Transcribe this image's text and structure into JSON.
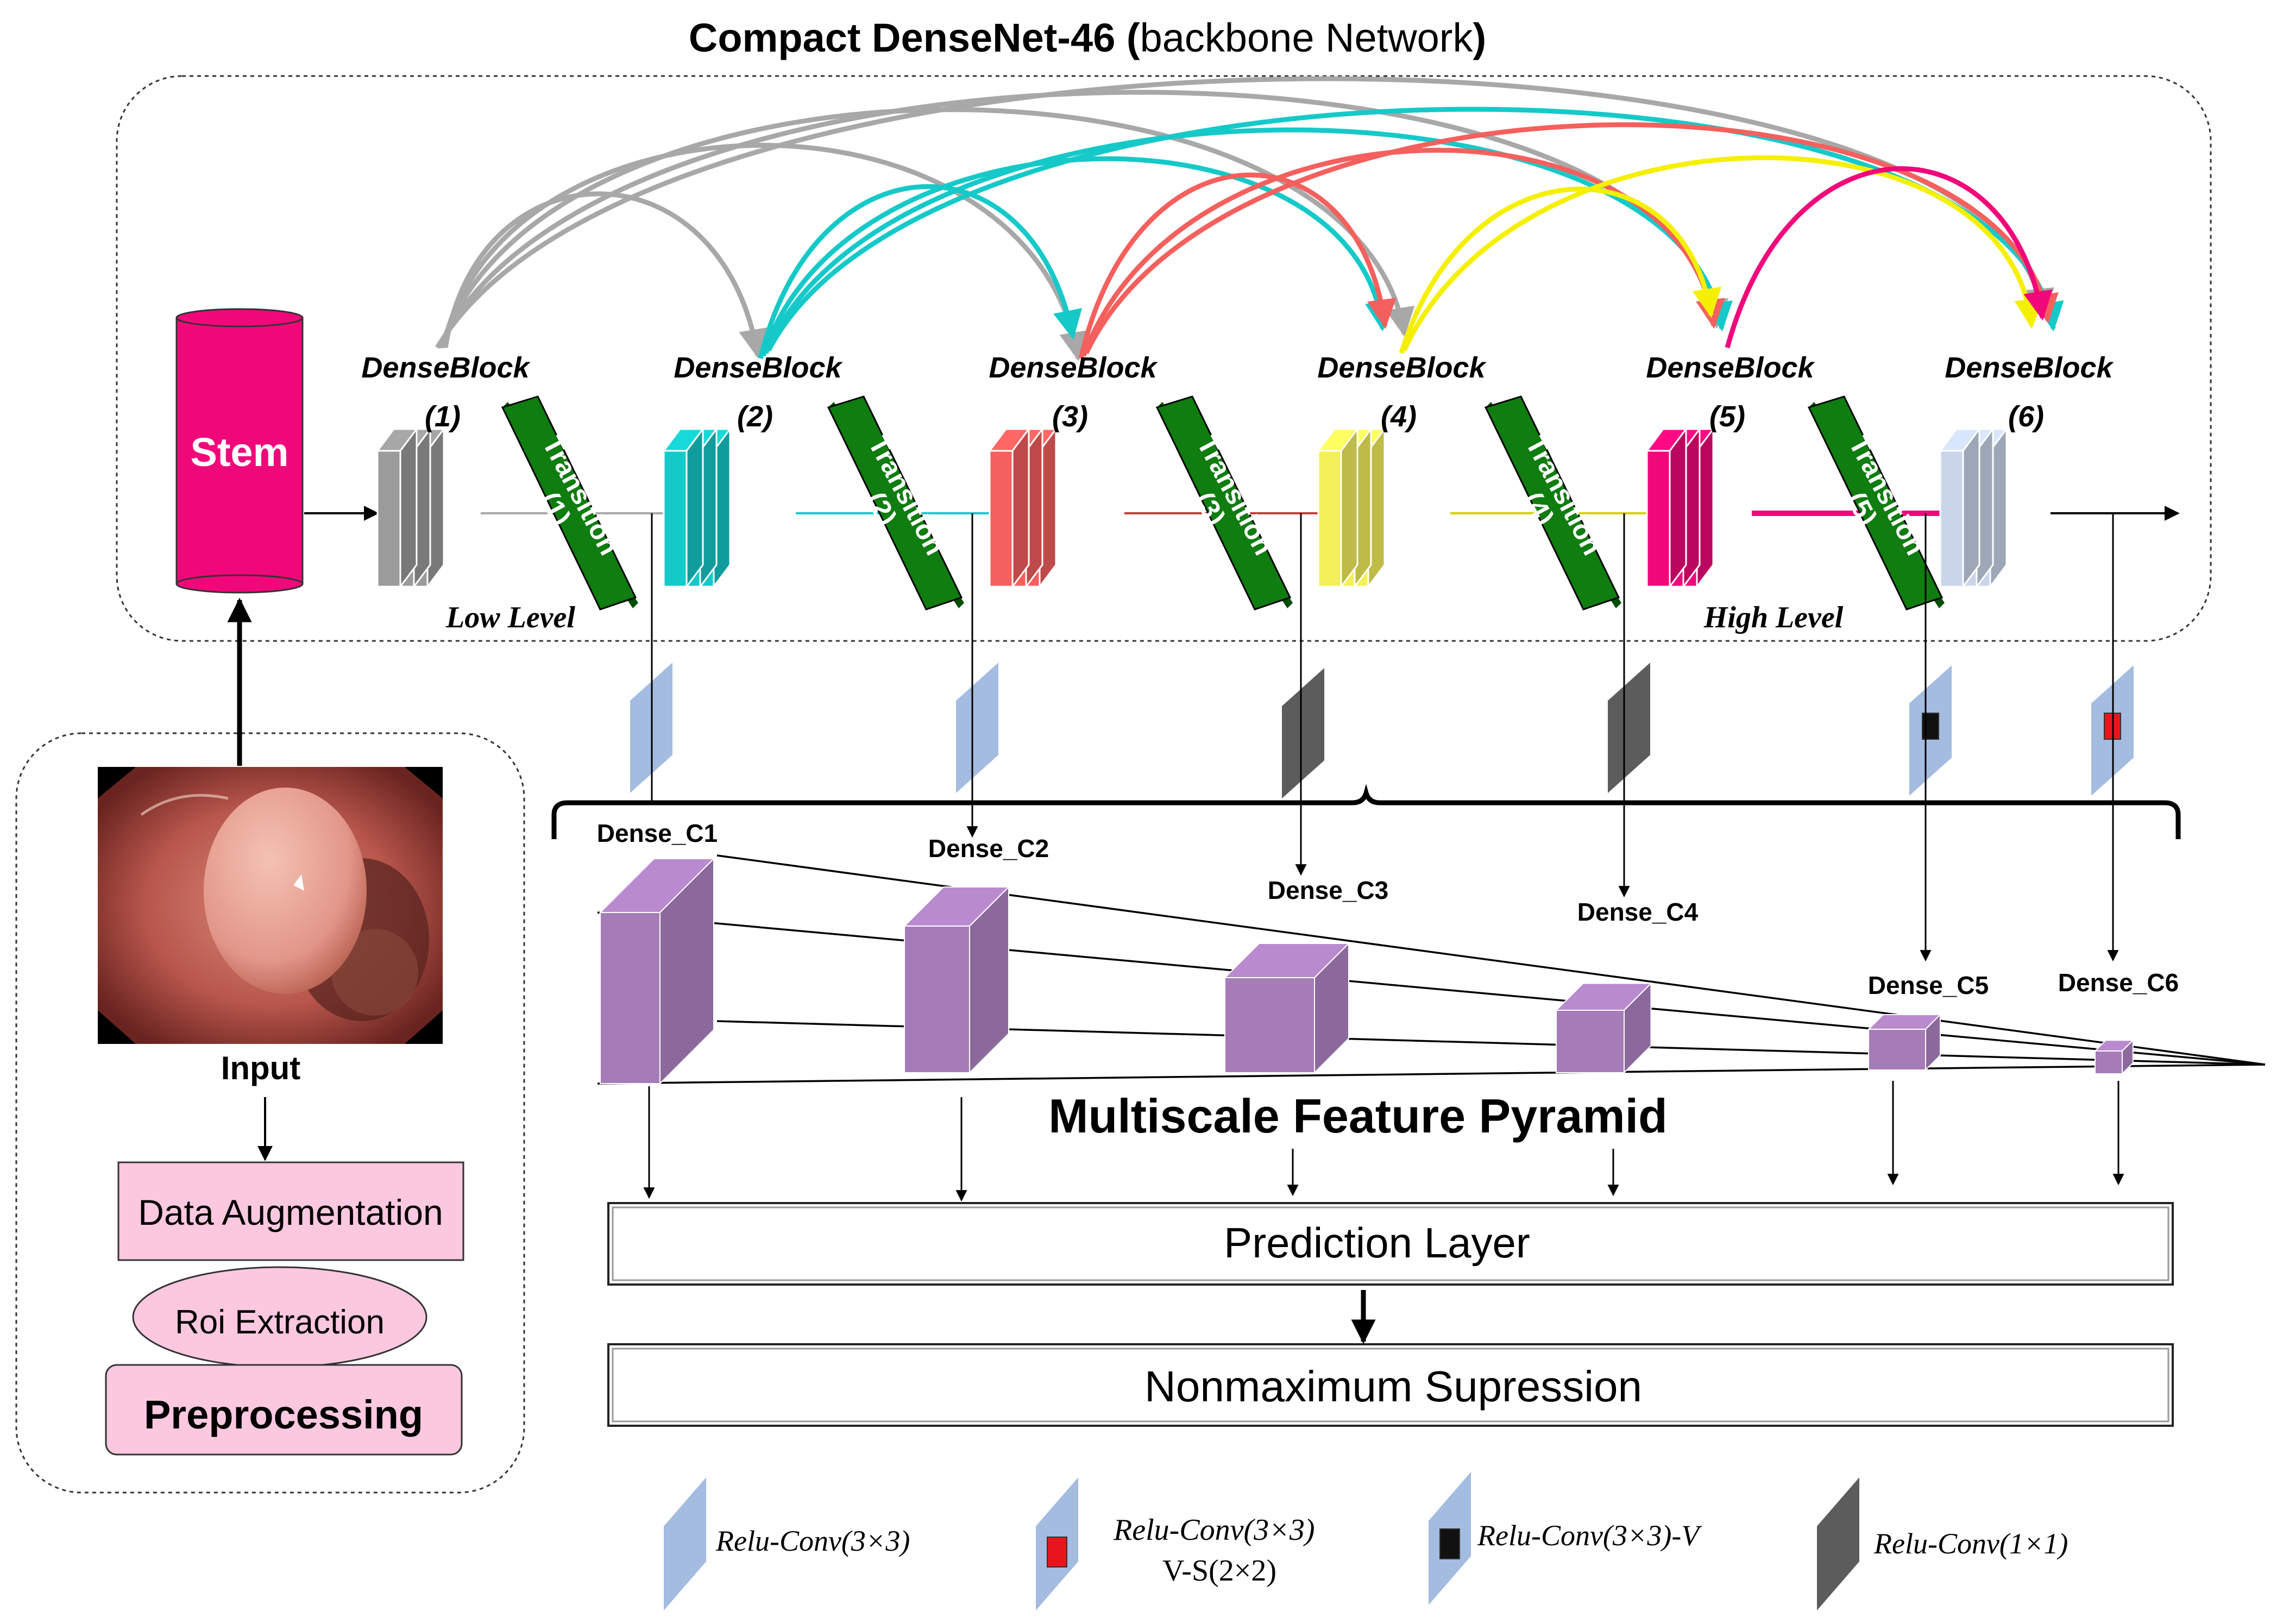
{
  "title": {
    "bold": "Compact DenseNet-46 (",
    "normal": "backbone Network",
    "close": ")"
  },
  "stem": {
    "label": "Stem"
  },
  "blocks": [
    {
      "label": "DenseBlock",
      "num": "(1)",
      "color": "#9b9b9b"
    },
    {
      "label": "DenseBlock",
      "num": "(2)",
      "color": "#16c9c9"
    },
    {
      "label": "DenseBlock",
      "num": "(3)",
      "color": "#f4605d"
    },
    {
      "label": "DenseBlock",
      "num": "(4)",
      "color": "#f4f05a"
    },
    {
      "label": "DenseBlock",
      "num": "(5)",
      "color": "#f0087a"
    },
    {
      "label": "DenseBlock",
      "num": "(6)",
      "color": "#c9d6ea"
    }
  ],
  "transitions": [
    {
      "label": "Transition",
      "num": "(1)"
    },
    {
      "label": "Transition",
      "num": "(2)"
    },
    {
      "label": "Transition",
      "num": "(3)"
    },
    {
      "label": "Transition",
      "num": "(4)"
    },
    {
      "label": "Transition",
      "num": "(5)"
    }
  ],
  "levels": {
    "low": "Low Level",
    "high": "High Level"
  },
  "outputs": [
    "Dense_C1",
    "Dense_C2",
    "Dense_C3",
    "Dense_C4",
    "Dense_C5",
    "Dense_C6"
  ],
  "pyramid": {
    "label": "Multiscale Feature Pyramid"
  },
  "prediction": {
    "label": "Prediction Layer"
  },
  "nms": {
    "label": "Nonmaximum Supression"
  },
  "input": {
    "label": "Input",
    "augmentation": "Data Augmentation",
    "roi": "Roi Extraction",
    "preprocessing": "Preprocessing"
  },
  "legend": [
    {
      "text": "Relu-Conv(3×3)",
      "text2": ""
    },
    {
      "text": "Relu-Conv(3×3)",
      "text2": "V-S(2×2)"
    },
    {
      "text": "Relu-Conv(3×3)-V",
      "text2": ""
    },
    {
      "text": "Relu-Conv(1×1)",
      "text2": ""
    }
  ],
  "colors": {
    "stem": "#f0087a",
    "transition": "#0f7d0f",
    "layer_blue": "#a3bcdf",
    "layer_dark": "#5c5c5c",
    "pyramid": "#a57cb8",
    "pink_box": "#fbc8e0",
    "swatch_red": "#e8161c",
    "swatch_black": "#111111"
  }
}
